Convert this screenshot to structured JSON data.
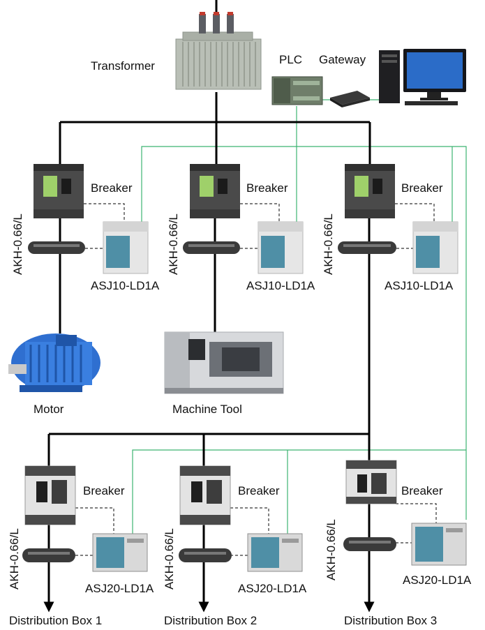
{
  "labels": {
    "transformer": "Transformer",
    "plc": "PLC",
    "gateway": "Gateway",
    "breaker": "Breaker",
    "akh": "AKH-0.66/L",
    "asj10": "ASJ10-LD1A",
    "asj20": "ASJ20-LD1A",
    "motor": "Motor",
    "machine_tool": "Machine Tool",
    "box1": "Distribution Box 1",
    "box2": "Distribution Box 2",
    "box3": "Distribution Box 3"
  },
  "colors": {
    "power_line": "#000000",
    "comm_line": "#3cb371",
    "signal_line": "#333333",
    "breaker_body": "#4a4a4a",
    "meter_body": "#e6e6e6",
    "meter_face": "#4f8fa6",
    "motor_body": "#2f6fd0",
    "ct_ring": "#3a3a3a"
  },
  "icons": [
    "transformer-icon",
    "plc-icon",
    "gateway-icon",
    "computer-icon",
    "breaker-icon",
    "current-transformer-icon",
    "meter-icon",
    "motor-icon",
    "machine-tool-icon"
  ]
}
